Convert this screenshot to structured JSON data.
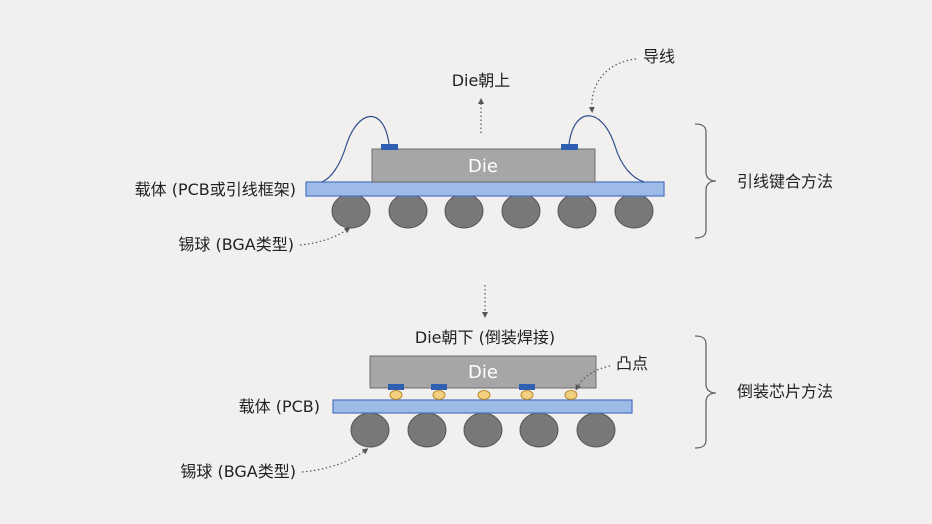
{
  "top": {
    "die_label": "Die",
    "die_up_label": "Die朝上",
    "wire_label": "导线",
    "carrier_label": "载体 (PCB或引线框架)",
    "balls_label": "锡球 (BGA类型)",
    "method_label": "引线键合方法"
  },
  "bottom": {
    "die_label": "Die",
    "die_down_label": "Die朝下 (倒装焊接)",
    "bump_label": "凸点",
    "carrier_label": "载体 (PCB)",
    "balls_label": "锡球 (BGA类型)",
    "method_label": "倒装芯片方法"
  },
  "colors": {
    "background": "#f2f0ee",
    "substrate_fill": "#9dbbe6",
    "substrate_stroke": "#4a73c4",
    "die_fill": "#a6a6a6",
    "die_stroke": "#6d6d6d",
    "ball_fill": "#787878",
    "ball_stroke": "#555555",
    "pad_fill": "#2f5fb3",
    "wire": "#2f4f8f",
    "bump_fill": "#f3cf82",
    "bump_stroke": "#b58a2e",
    "bracket": "#666666",
    "arrow": "#555555",
    "text": "#222222",
    "die_text": "#ffffff"
  }
}
